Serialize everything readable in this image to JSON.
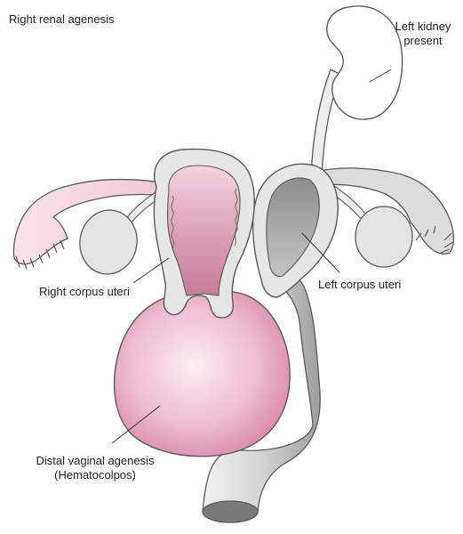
{
  "labels": {
    "right_renal_agenesis": "Right renal agenesis",
    "left_kidney_line1": "Left kidney",
    "left_kidney_line2": "present",
    "right_corpus_uteri": "Right corpus uteri",
    "left_corpus_uteri": "Left corpus uteri",
    "distal_line1": "Distal vaginal agenesis",
    "distal_line2": "(Hematocolpos)"
  },
  "colors": {
    "outline": "#5a5a5a",
    "wall": "#e8e8e8",
    "pink_light": "#f6dde6",
    "pink_mid": "#e6a8bf",
    "pink_dark": "#c5728f",
    "gray_cavity": "#9a9a9a",
    "gray_dark": "#6e6e6e"
  }
}
